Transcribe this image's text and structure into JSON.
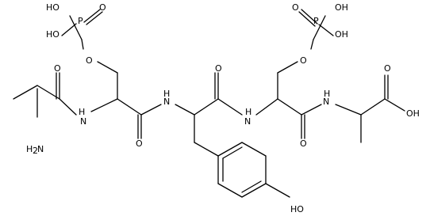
{
  "diagram": {
    "kind": "chemical-structure",
    "atom_labels": {
      "p1_ho_top": "HO",
      "p1": "P",
      "p1_o_double": "O",
      "p1_ho_left": "HO",
      "p1_o_ester": "O",
      "p2_o_double": "O",
      "p2": "P",
      "p2_oh_top": "OH",
      "p2_oh_right": "OH",
      "p2_o_ester": "O",
      "o_ala1": "O",
      "nh_1": "N",
      "h_1": "H",
      "nh_2": "N",
      "h_2": "H",
      "o_tyr": "O",
      "nh_3": "N",
      "h_3": "H",
      "nh_4": "N",
      "h_4": "H",
      "o_cooh": "O",
      "oh_cooh": "OH",
      "o_ser1": "O",
      "o_ser2": "O",
      "h2n": "H",
      "h2n_sub": "2",
      "h2n_n": "N",
      "ho_phenol": "HO"
    }
  }
}
